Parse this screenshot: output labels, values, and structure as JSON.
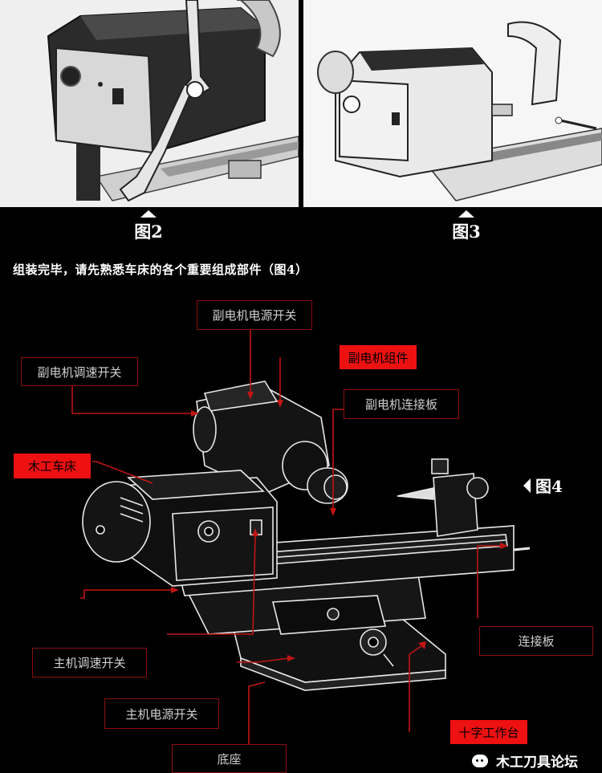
{
  "figures": {
    "fig2_caption": "图2",
    "fig3_caption": "图3",
    "fig4_tag": "图4"
  },
  "assembly_note": "组装完毕，请先熟悉车床的各个重要组成部件（图4）",
  "labels": {
    "sub_motor_power_switch": "副电机电源开关",
    "sub_motor_assembly": "副电机组件",
    "sub_motor_speed_switch": "副电机调速开关",
    "sub_motor_connecting_plate": "副电机连接板",
    "woodworking_lathe": "木工车床",
    "connecting_plate": "连接板",
    "main_motor_speed_switch": "主机调速开关",
    "main_motor_power_switch": "主机电源开关",
    "cross_worktable": "十字工作台",
    "base": "底座"
  },
  "watermark": "木工刀具论坛",
  "colors": {
    "background": "#000000",
    "highlight_red": "#ee1111",
    "leader_red": "#c01515"
  }
}
